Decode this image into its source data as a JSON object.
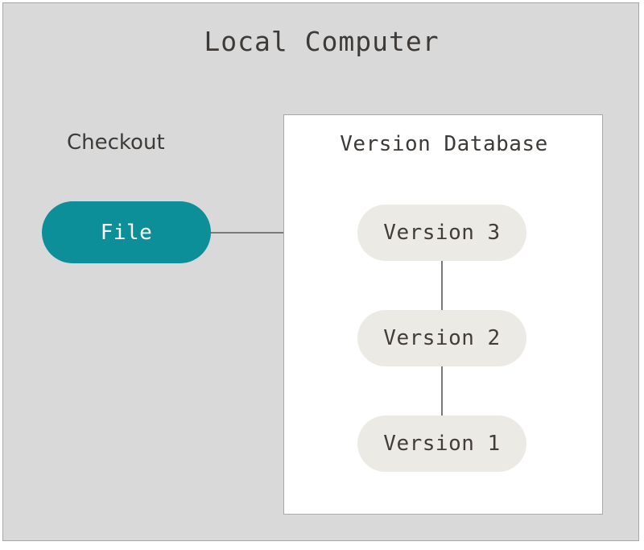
{
  "diagram": {
    "type": "local-version-control-diagram",
    "title": "Local Computer",
    "canvas_color": "#d9d9d9",
    "border_color": "#a8a8a8",
    "text_color": "#3d3a37",
    "edge_color": "#7b7b78",
    "checkout": {
      "label": "Checkout",
      "node": {
        "label": "File",
        "fill": "#0d8f99",
        "text_color": "#ffffff"
      }
    },
    "version_database": {
      "title": "Version Database",
      "panel_fill": "#ffffff",
      "node_fill": "#eceae5",
      "node_text_color": "#403d3a",
      "versions": [
        {
          "label": "Version 3"
        },
        {
          "label": "Version 2"
        },
        {
          "label": "Version 1"
        }
      ]
    },
    "edges": [
      {
        "from": "File",
        "to": "Version 3",
        "orientation": "horizontal"
      },
      {
        "from": "Version 3",
        "to": "Version 2",
        "orientation": "vertical"
      },
      {
        "from": "Version 2",
        "to": "Version 1",
        "orientation": "vertical"
      }
    ]
  }
}
